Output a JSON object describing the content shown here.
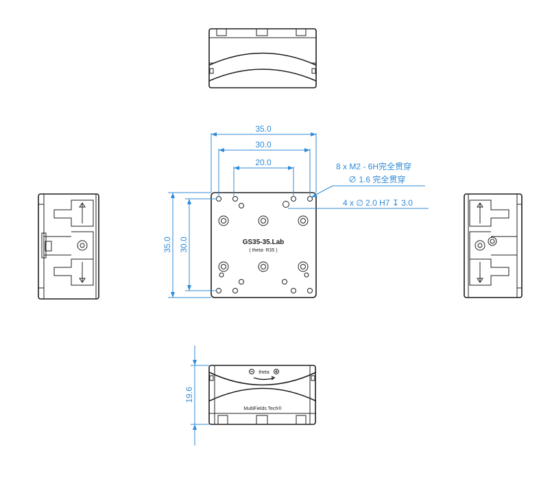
{
  "dimensions": {
    "width_outer": "35.0",
    "width_mid": "30.0",
    "width_inner": "20.0",
    "height_outer": "35.0",
    "height_mid": "30.0",
    "height_front": "19.6"
  },
  "callouts": {
    "thread_holes_line1": "8 x  M2 - 6H完全贯穿",
    "thread_holes_line2": "∅ 1.6 完全贯穿",
    "pin_holes": "4 x ∅ 2.0 H7 ↧ 3.0"
  },
  "labels": {
    "model": "GS35-35.Lab",
    "axis": "( theta- R35 )",
    "front_axis": "theta",
    "brand": "MultiFields Tech®"
  },
  "colors": {
    "part_stroke": "#1c1c1c",
    "dimension": "#2f8ad6"
  }
}
